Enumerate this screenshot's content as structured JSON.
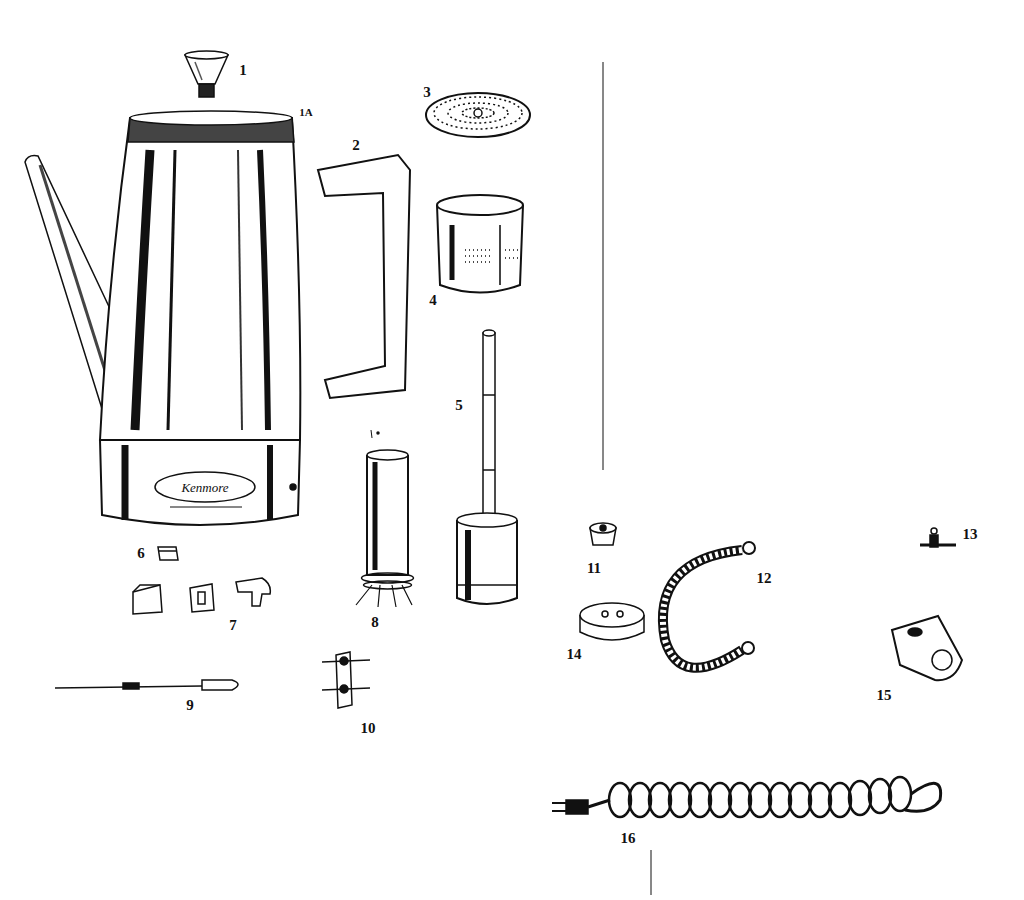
{
  "diagram": {
    "labels": [
      "1",
      "1A",
      "2",
      "3",
      "4",
      "5",
      "6",
      "7",
      "8",
      "9",
      "10",
      "11",
      "12",
      "13",
      "14",
      "15",
      "16",
      "Kenmore"
    ]
  }
}
